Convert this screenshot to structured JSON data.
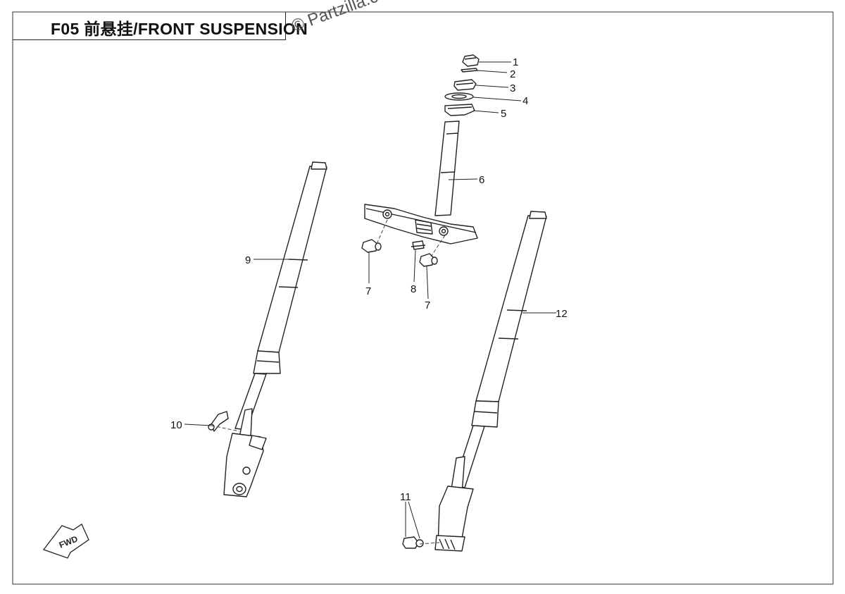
{
  "title": "F05 前悬挂/FRONT SUSPENSION",
  "watermark": "© Partzilla.com",
  "fwd_label": "FWD",
  "callouts": [
    {
      "id": "c1",
      "label": "1"
    },
    {
      "id": "c2",
      "label": "2"
    },
    {
      "id": "c3",
      "label": "3"
    },
    {
      "id": "c4",
      "label": "4"
    },
    {
      "id": "c5",
      "label": "5"
    },
    {
      "id": "c6",
      "label": "6"
    },
    {
      "id": "c7a",
      "label": "7"
    },
    {
      "id": "c7b",
      "label": "7"
    },
    {
      "id": "c8",
      "label": "8"
    },
    {
      "id": "c9",
      "label": "9"
    },
    {
      "id": "c10",
      "label": "10"
    },
    {
      "id": "c11",
      "label": "11"
    },
    {
      "id": "c12",
      "label": "12"
    }
  ]
}
